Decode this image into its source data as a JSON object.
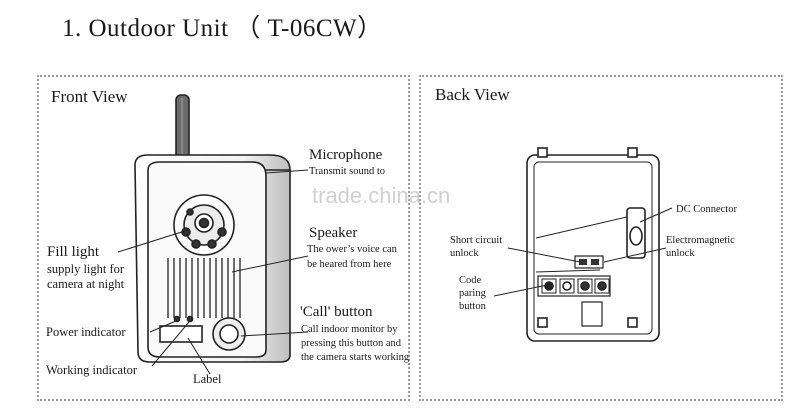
{
  "title": "1. Outdoor Unit （ T-06CW）",
  "front": {
    "heading": "Front View",
    "labels": {
      "microphone": "Microphone",
      "microphone_desc": "Transmit sound to",
      "speaker": "Speaker",
      "speaker_desc1": "The ower’s voice can",
      "speaker_desc2": "be heared from here",
      "fill_light": "Fill light",
      "fill_light_desc1": "supply light for",
      "fill_light_desc2": "camera at night",
      "call_button": "'Call' button",
      "call_desc1": "Call indoor monitor by",
      "call_desc2": "pressing this button and",
      "call_desc3": "the camera starts working",
      "power_indicator": "Power indicator",
      "working_indicator": "Working indicator",
      "label": "Label"
    }
  },
  "back": {
    "heading": "Back View",
    "labels": {
      "dc_connector": "DC Connector",
      "short_circuit1": "Short circuit",
      "short_circuit2": "unlock",
      "electromagnetic1": "Electromagnetic",
      "electromagnetic2": "unlock",
      "code1": "Code",
      "code2": "paring",
      "code3": "button"
    }
  },
  "watermark": "trade.china.cn",
  "colors": {
    "line": "#222222",
    "panel_border": "#9a9a9a",
    "device_fill": "#f4f4f4"
  }
}
